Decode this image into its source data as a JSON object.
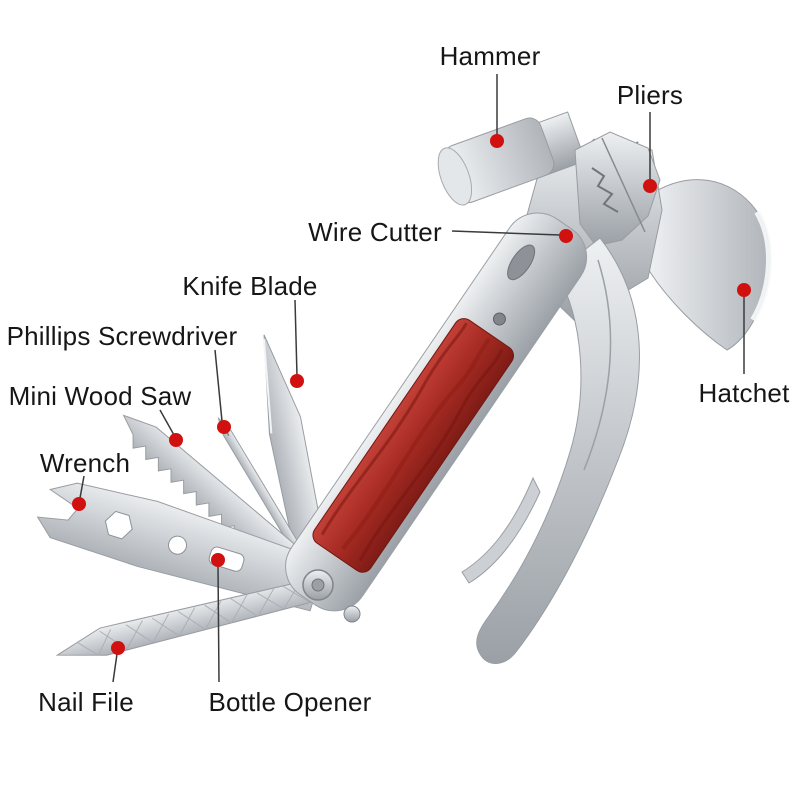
{
  "figure": {
    "type": "annotated-product-diagram"
  },
  "colors": {
    "background": "#ffffff",
    "marker_dot": "#d11010",
    "leader_line": "#3a3a3a",
    "label_text": "#161616",
    "wood_handle": "#a82c24",
    "metal": "#c3c7cb"
  },
  "callouts": [
    {
      "id": "hammer",
      "label": "Hammer"
    },
    {
      "id": "pliers",
      "label": "Pliers"
    },
    {
      "id": "wire-cutter",
      "label": "Wire Cutter"
    },
    {
      "id": "knife-blade",
      "label": "Knife Blade"
    },
    {
      "id": "phillips-screwdriver",
      "label": "Phillips Screwdriver"
    },
    {
      "id": "mini-wood-saw",
      "label": "Mini Wood Saw"
    },
    {
      "id": "wrench",
      "label": "Wrench"
    },
    {
      "id": "hatchet",
      "label": "Hatchet"
    },
    {
      "id": "nail-file",
      "label": "Nail File"
    },
    {
      "id": "bottle-opener",
      "label": "Bottle Opener"
    }
  ]
}
